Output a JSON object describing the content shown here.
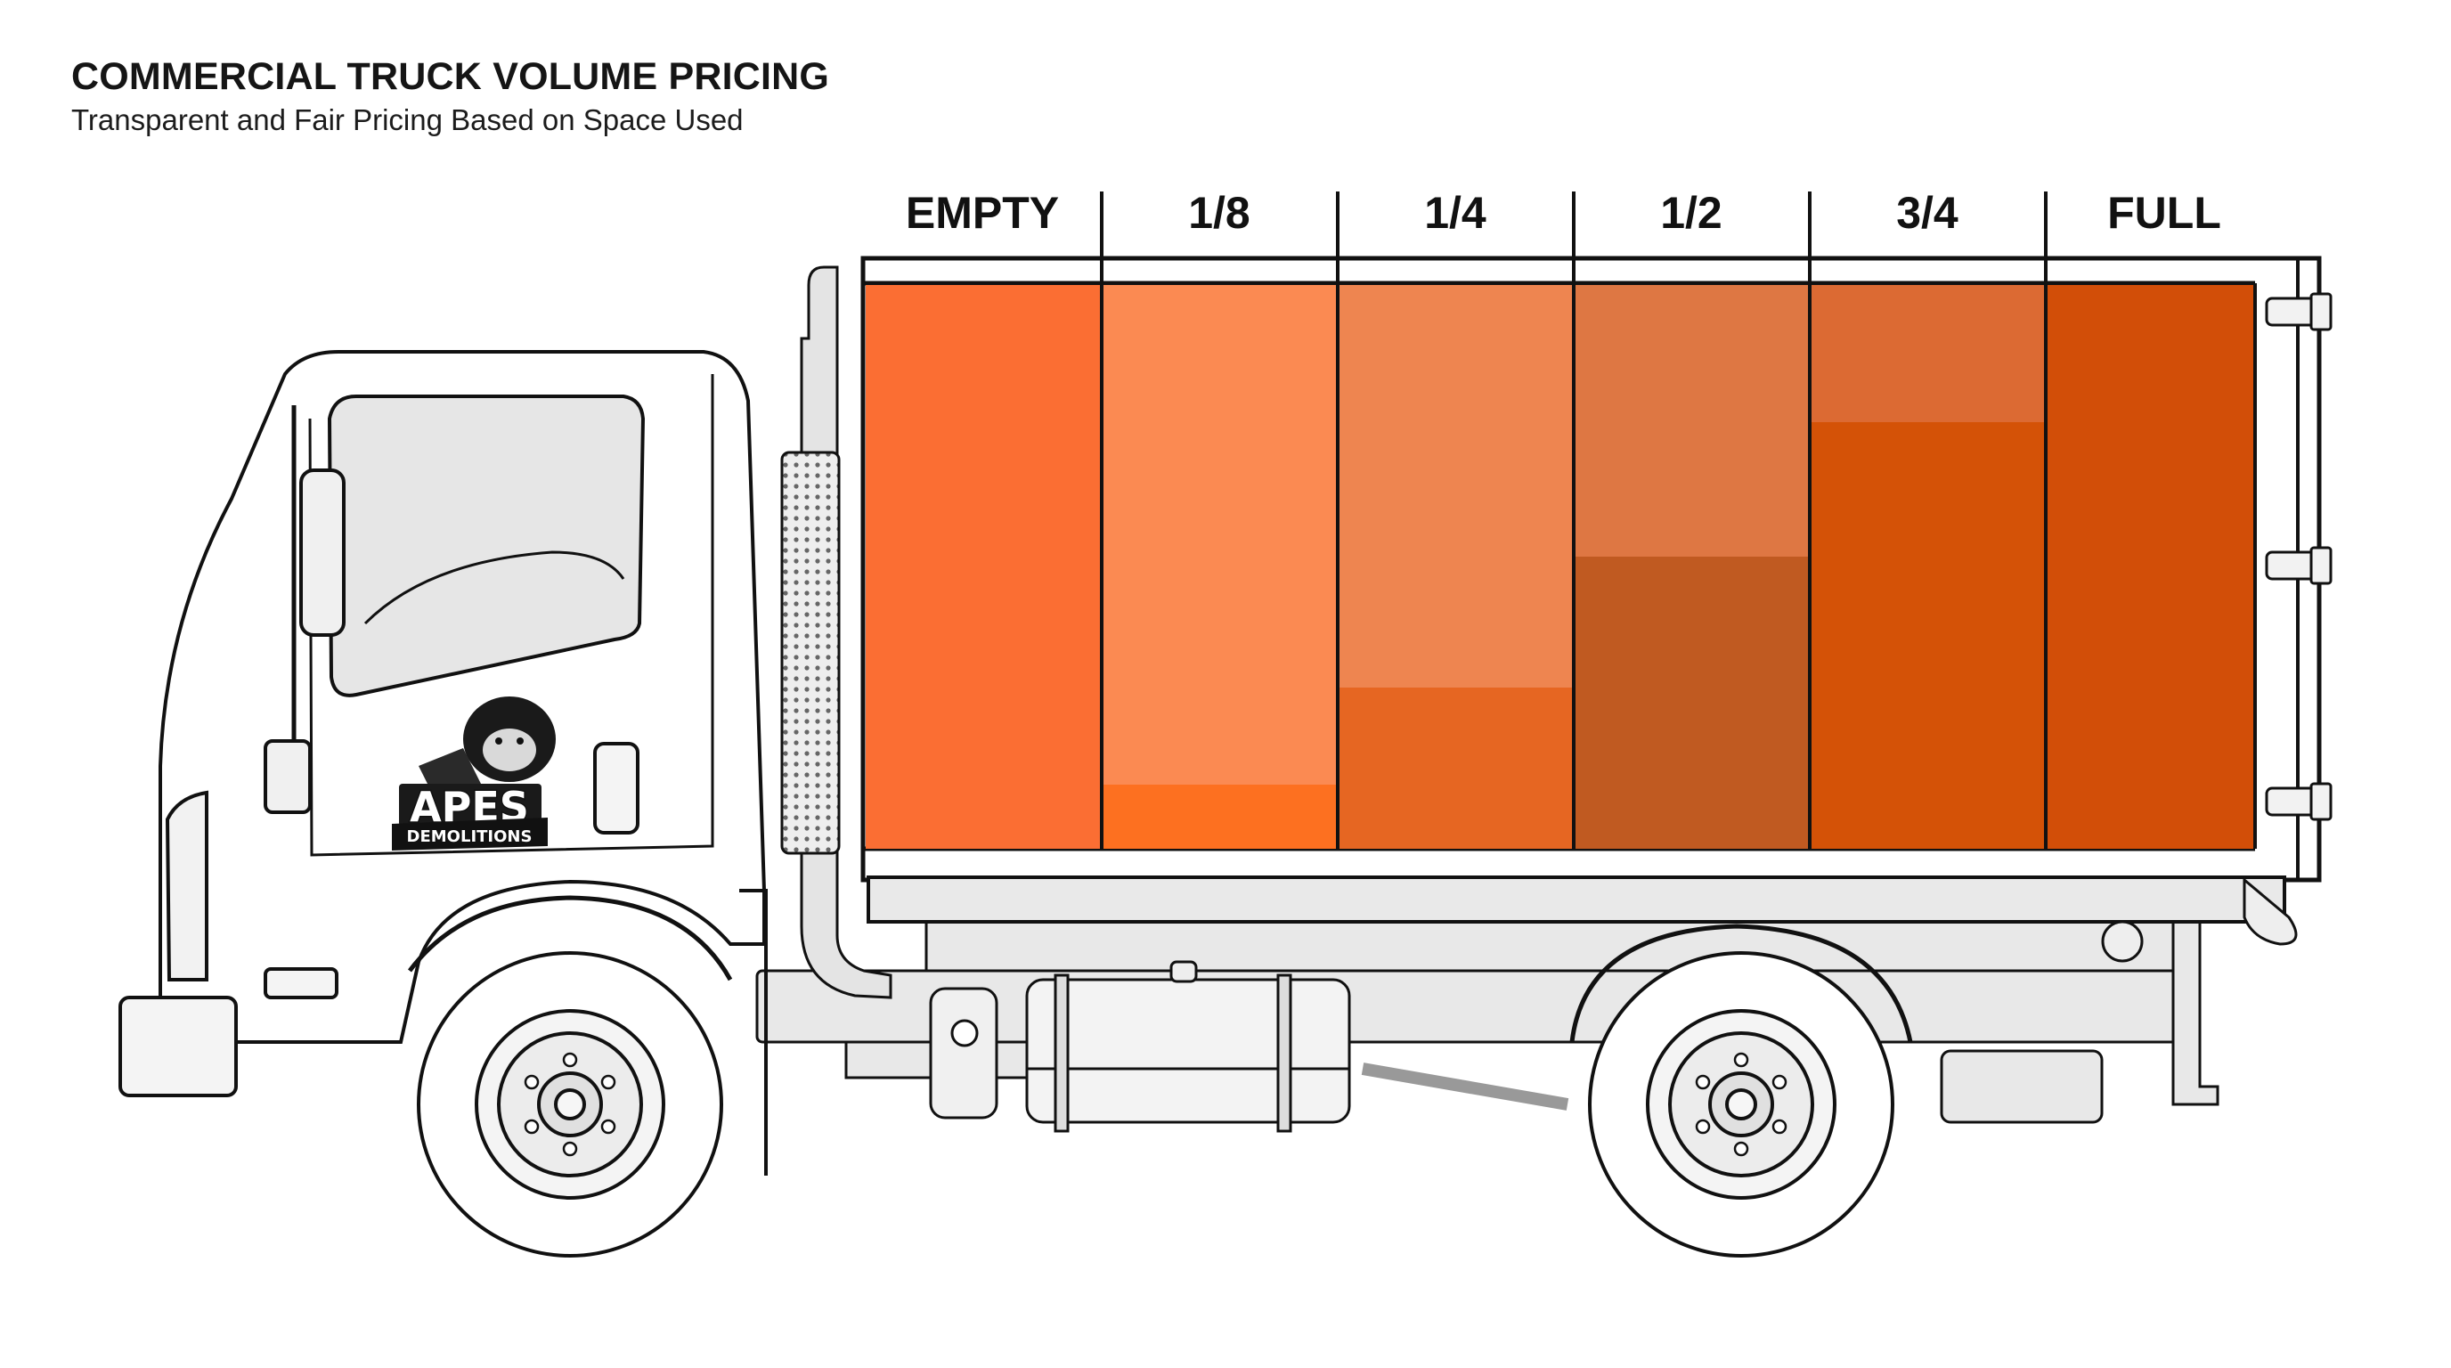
{
  "header": {
    "title": "COMMERCIAL TRUCK VOLUME PRICING",
    "subtitle": "Transparent and Fair Pricing Based on Space Used"
  },
  "columns": [
    {
      "label": "EMPTY",
      "fill_fraction": 0.0,
      "base_color": "#FB6E33",
      "fill_color": "#FB6E33"
    },
    {
      "label": "1/8",
      "fill_fraction": 0.115,
      "base_color": "#FB8A52",
      "fill_color": "#FD7020"
    },
    {
      "label": "1/4",
      "fill_fraction": 0.285,
      "base_color": "#EE8550",
      "fill_color": "#E66622"
    },
    {
      "label": "1/2",
      "fill_fraction": 0.52,
      "base_color": "#DE7743",
      "fill_color": "#C05A21"
    },
    {
      "label": "3/4",
      "fill_fraction": 0.76,
      "base_color": "#DC6A33",
      "fill_color": "#D45207"
    },
    {
      "label": "FULL",
      "fill_fraction": 1.0,
      "base_color": "#D24E08",
      "fill_color": "#D24E08"
    }
  ],
  "logo": {
    "brand": "APES",
    "tagline": "DEMOLITIONS"
  },
  "colors": {
    "outline": "#111111",
    "body": "#ffffff",
    "chassis": "#e8e8e8",
    "glass": "#e0e0e0"
  }
}
